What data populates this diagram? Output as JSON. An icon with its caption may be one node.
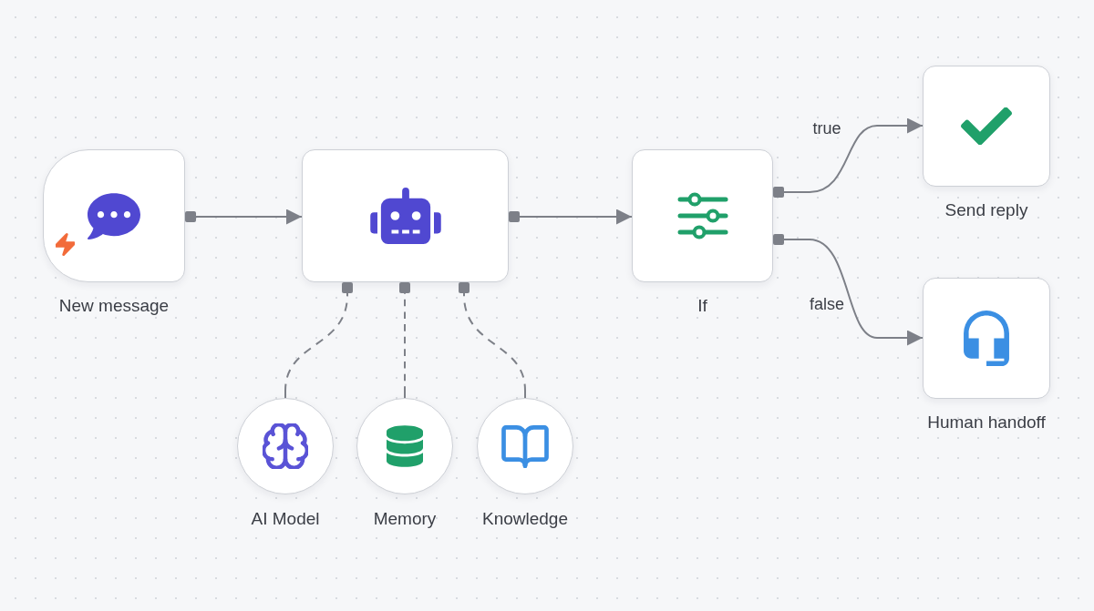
{
  "diagram": {
    "nodes": [
      {
        "text": [
          "New message"
        ]
      },
      {
        "text": [],
        "shape": "box"
      },
      {
        "text": [
          "If"
        ]
      },
      {
        "text": [
          "Send reply"
        ]
      },
      {
        "text": [
          "Human handoff"
        ]
      },
      {
        "text": [
          "AI Model"
        ]
      },
      {
        "text": [
          "Memory"
        ]
      },
      {
        "text": [
          "Knowledge"
        ]
      }
    ],
    "edges": [
      {
        "from": 0,
        "to": 1,
        "arrow": "to"
      },
      {
        "from": 1,
        "to": 2,
        "arrow": "to"
      },
      {
        "from": 2,
        "to": 3,
        "arrow": "to",
        "label": "true"
      },
      {
        "from": 2,
        "to": 4,
        "arrow": "to",
        "label": "false"
      },
      {
        "from": 1,
        "to": 5,
        "arrow": "other",
        "style": "dashed"
      },
      {
        "from": 1,
        "to": 6,
        "arrow": "other",
        "style": "dashed"
      },
      {
        "from": 1,
        "to": 7,
        "arrow": "other",
        "style": "dashed"
      }
    ]
  }
}
